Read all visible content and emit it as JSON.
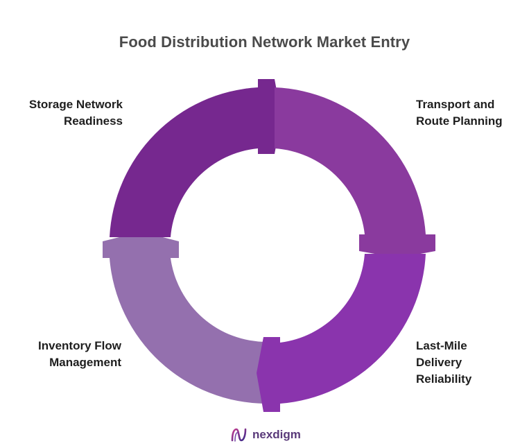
{
  "title": "Food Distribution Network Market Entry",
  "stages": [
    {
      "id": "storage",
      "lines": [
        "Storage Network",
        "Readiness"
      ],
      "color": "#76288f"
    },
    {
      "id": "transport",
      "lines": [
        "Transport and",
        "Route Planning"
      ],
      "color": "#8a3a9e"
    },
    {
      "id": "lastmile",
      "lines": [
        "Last-Mile",
        "Delivery",
        "Reliability"
      ],
      "color": "#8a34ad"
    },
    {
      "id": "inventory",
      "lines": [
        "Inventory Flow",
        "Management"
      ],
      "color": "#9470ae"
    }
  ],
  "brand": {
    "name": "nexdigm",
    "icon": "nexdigm-logo-icon"
  }
}
